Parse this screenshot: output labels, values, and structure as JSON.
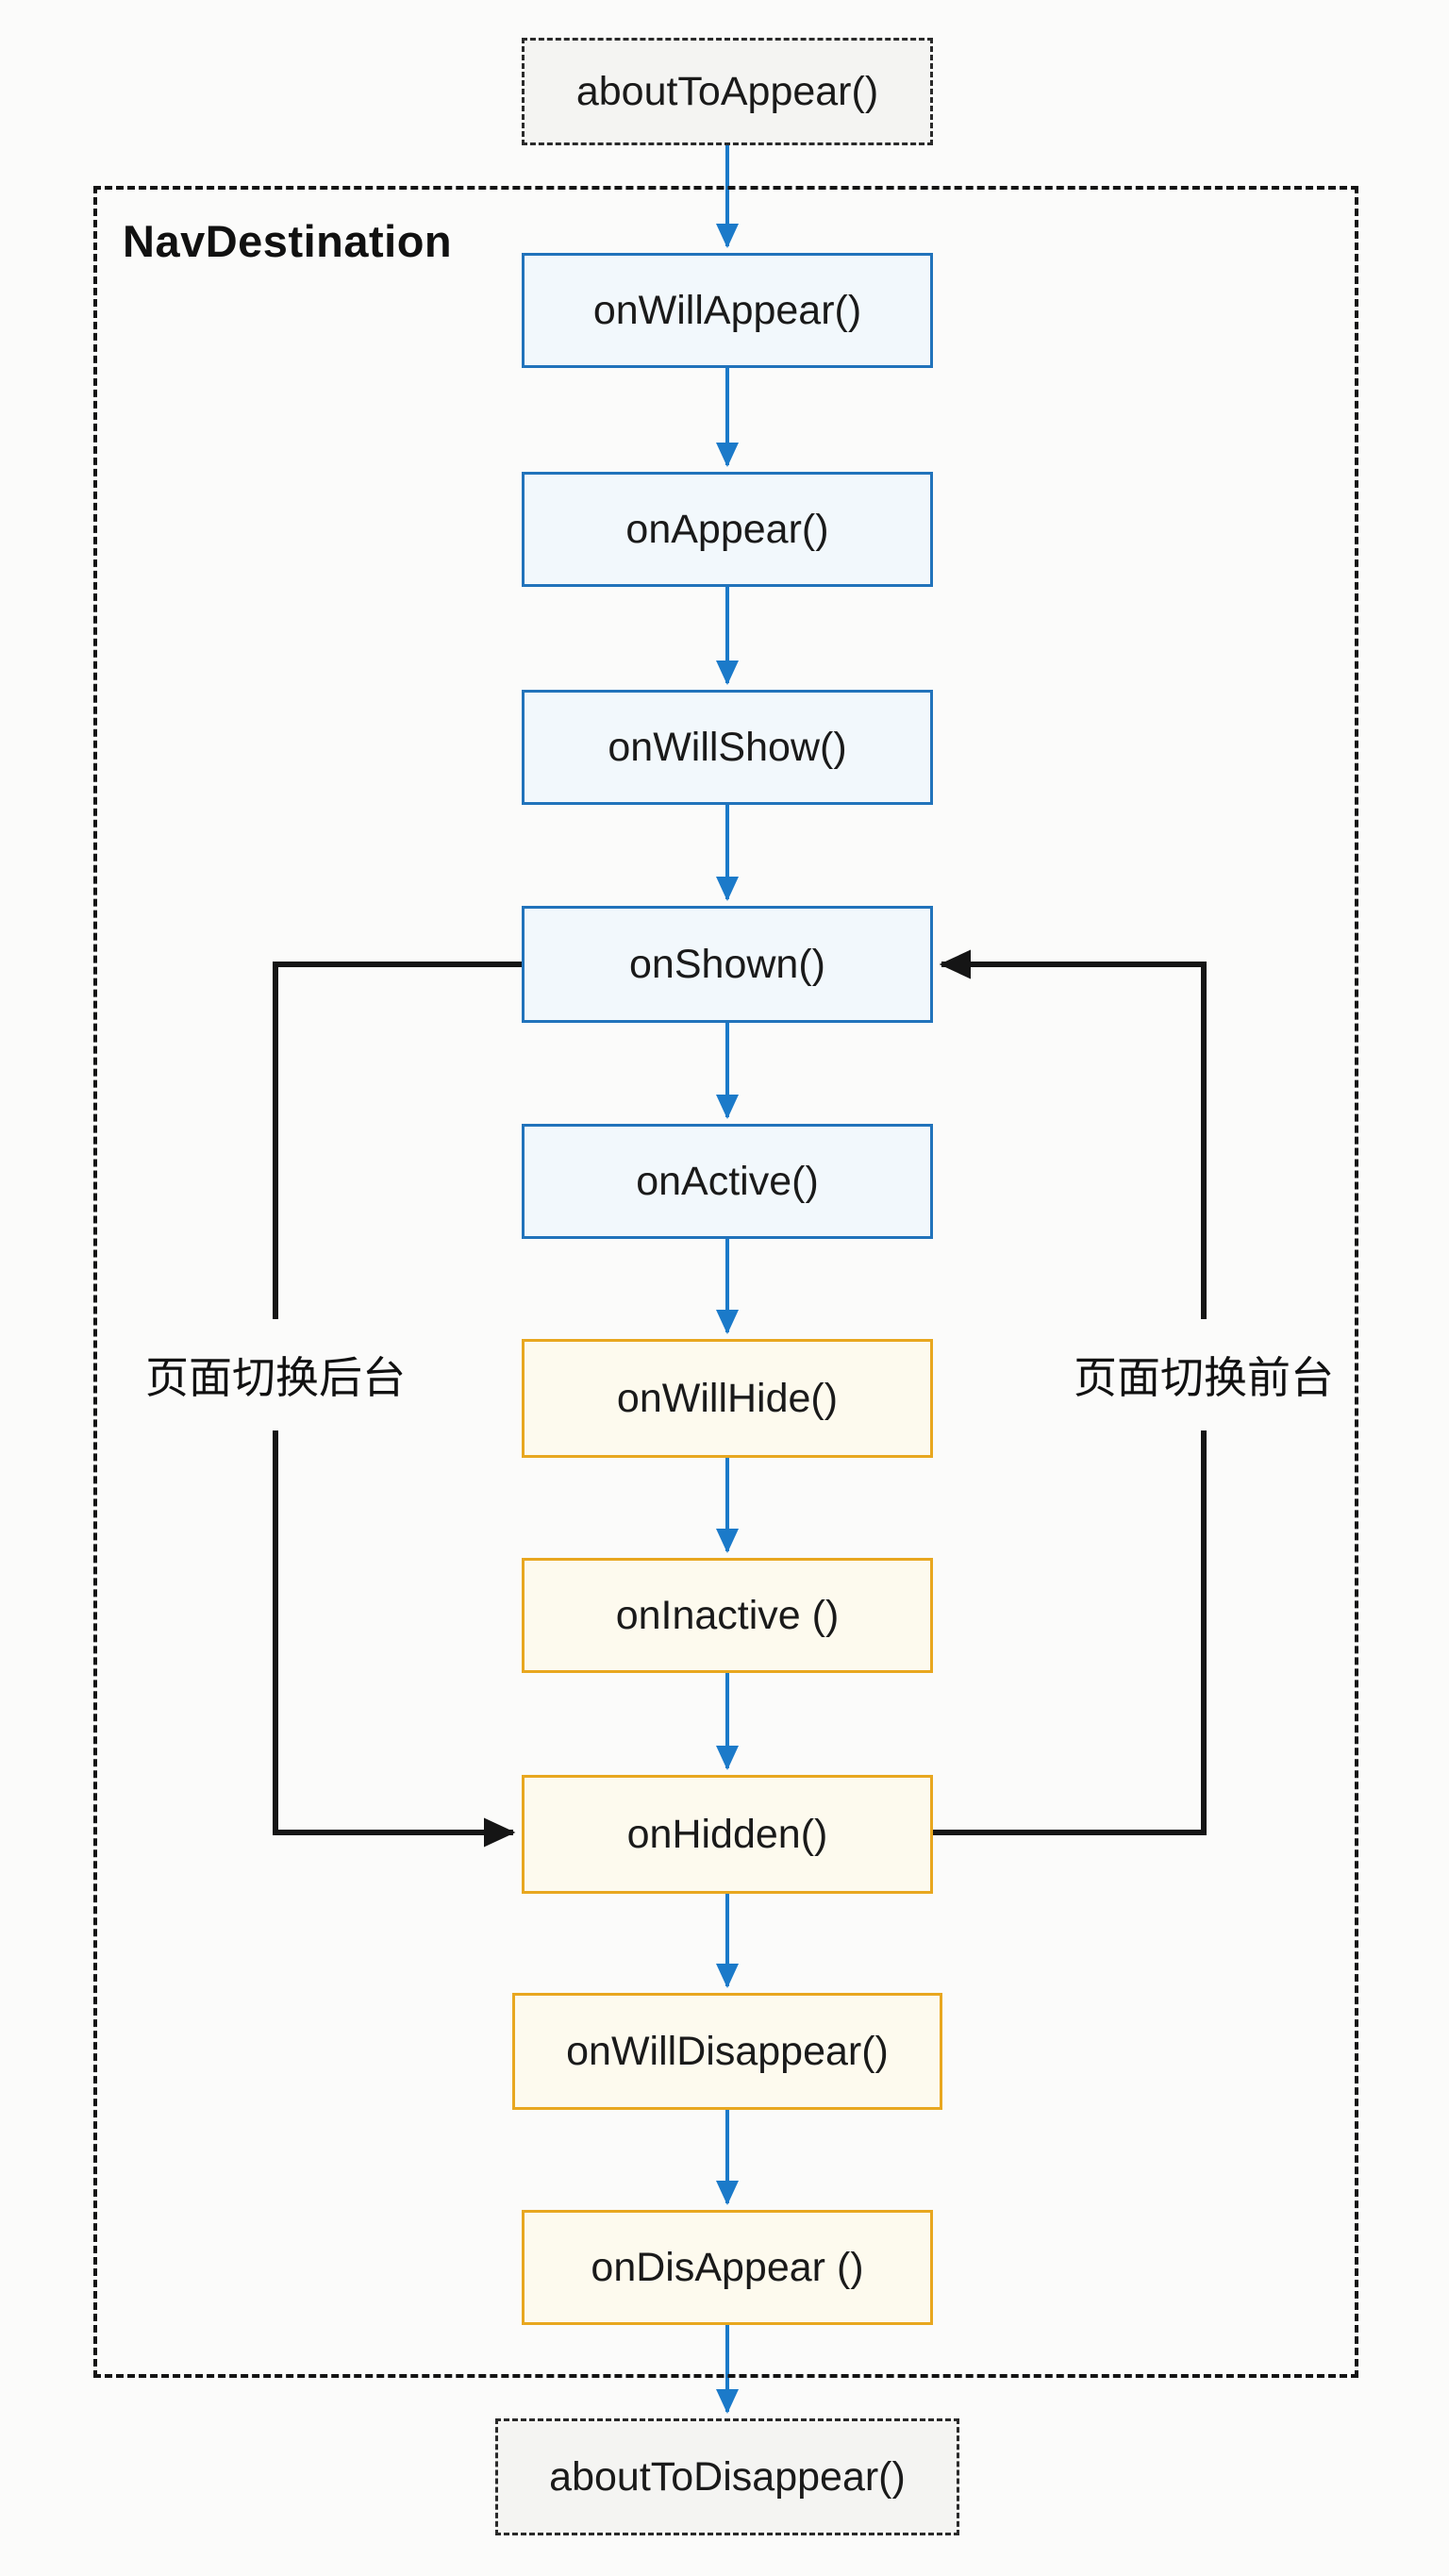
{
  "diagram": {
    "title": "NavDestination",
    "nodes": [
      {
        "id": "aboutToAppear",
        "label": "aboutToAppear()",
        "style": "dashed-terminal"
      },
      {
        "id": "onWillAppear",
        "label": "onWillAppear()",
        "style": "blue"
      },
      {
        "id": "onAppear",
        "label": "onAppear()",
        "style": "blue"
      },
      {
        "id": "onWillShow",
        "label": "onWillShow()",
        "style": "blue"
      },
      {
        "id": "onShown",
        "label": "onShown()",
        "style": "blue"
      },
      {
        "id": "onActive",
        "label": "onActive()",
        "style": "blue"
      },
      {
        "id": "onWillHide",
        "label": "onWillHide()",
        "style": "yellow"
      },
      {
        "id": "onInactive",
        "label": "onInactive ()",
        "style": "yellow"
      },
      {
        "id": "onHidden",
        "label": "onHidden()",
        "style": "yellow"
      },
      {
        "id": "onWillDisappear",
        "label": "onWillDisappear()",
        "style": "yellow"
      },
      {
        "id": "onDisAppear",
        "label": "onDisAppear ()",
        "style": "yellow"
      },
      {
        "id": "aboutToDisappear",
        "label": "aboutToDisappear()",
        "style": "dashed-terminal"
      }
    ],
    "side_labels": {
      "left": "页面切换后台",
      "right": "页面切换前台"
    },
    "edges": [
      {
        "from": "aboutToAppear()",
        "to": "onWillAppear()",
        "type": "blue-arrow"
      },
      {
        "from": "onWillAppear()",
        "to": "onAppear()",
        "type": "blue-arrow"
      },
      {
        "from": "onAppear()",
        "to": "onWillShow()",
        "type": "blue-arrow"
      },
      {
        "from": "onWillShow()",
        "to": "onShown()",
        "type": "blue-arrow"
      },
      {
        "from": "onShown()",
        "to": "onActive()",
        "type": "blue-arrow"
      },
      {
        "from": "onActive()",
        "to": "onWillHide()",
        "type": "blue-arrow"
      },
      {
        "from": "onWillHide()",
        "to": "onInactive ()",
        "type": "blue-arrow"
      },
      {
        "from": "onInactive ()",
        "to": "onHidden()",
        "type": "blue-arrow"
      },
      {
        "from": "onHidden()",
        "to": "onWillDisappear()",
        "type": "blue-arrow"
      },
      {
        "from": "onWillDisappear()",
        "to": "onDisAppear ()",
        "type": "blue-arrow"
      },
      {
        "from": "onDisAppear ()",
        "to": "aboutToDisappear()",
        "type": "blue-arrow"
      },
      {
        "from": "onShown()",
        "to": "onHidden()",
        "type": "black-loop",
        "label": "页面切换后台"
      },
      {
        "from": "onHidden()",
        "to": "onShown()",
        "type": "black-loop",
        "label": "页面切换前台"
      }
    ],
    "colors": {
      "blue_box_border": "#2173bb",
      "blue_box_fill": "#f2f8fc",
      "yellow_box_border": "#e8a71f",
      "yellow_box_fill": "#fdfaee",
      "terminal_box_fill": "#f4f4f2",
      "arrow_blue": "#1b7ac9",
      "connector_black": "#151515",
      "text": "#1a1a1a",
      "background": "#fbfbfa"
    }
  }
}
